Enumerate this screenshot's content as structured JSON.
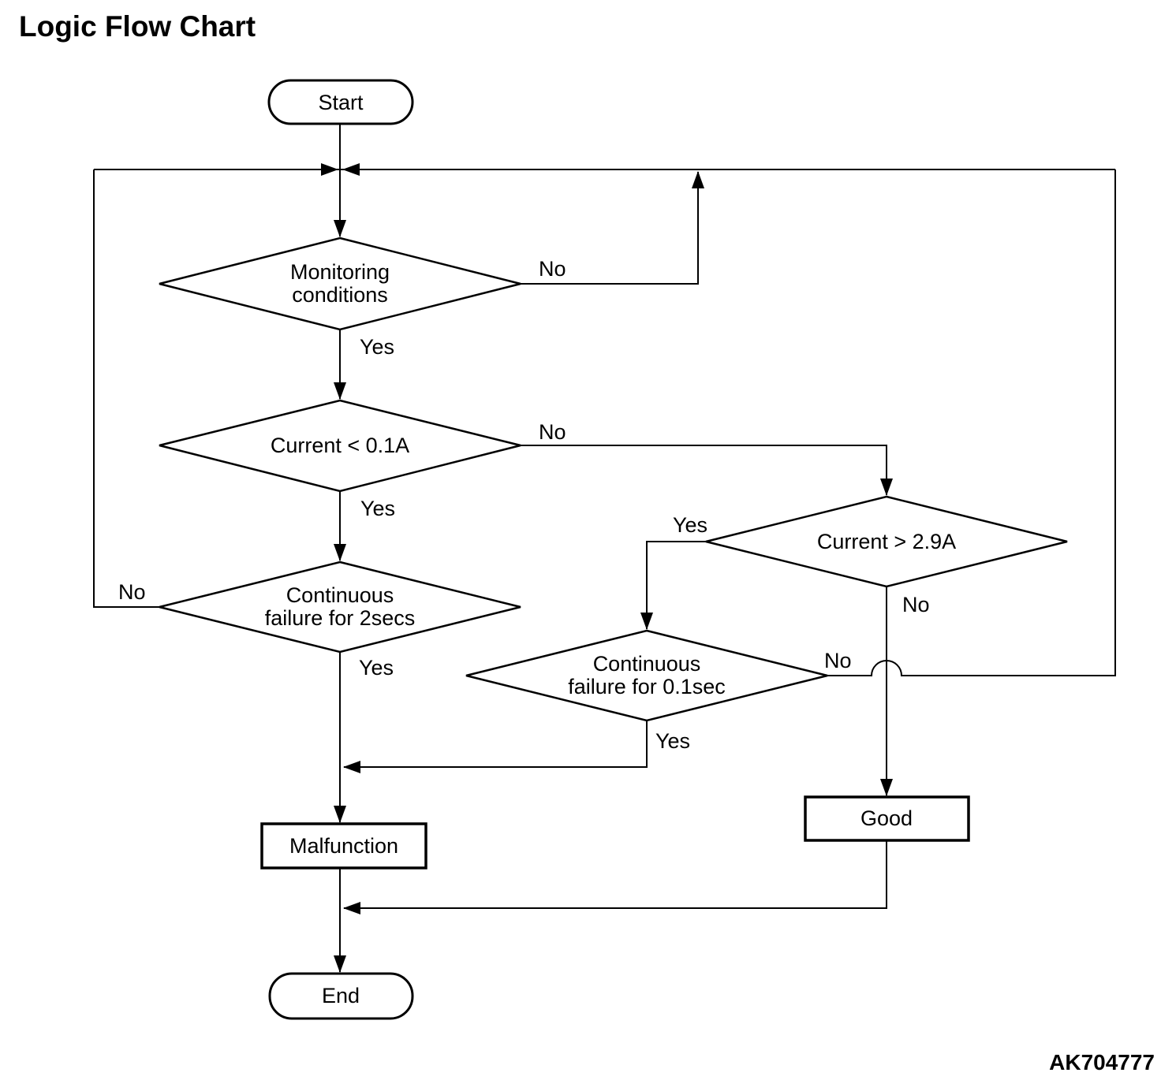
{
  "title": "Logic Flow Chart",
  "figure_code": "AK704777",
  "colors": {
    "ink": "#000000",
    "background": "#ffffff"
  },
  "diagram": {
    "type": "flowchart",
    "nodes": {
      "start": {
        "type": "terminator",
        "label": "Start"
      },
      "monitoring": {
        "type": "decision",
        "label": "Monitoring conditions",
        "line1": "Monitoring",
        "line2": "conditions"
      },
      "current_below": {
        "type": "decision",
        "label": "Current < 0.1A"
      },
      "continuous_2s": {
        "type": "decision",
        "label": "Continuous failure for 2secs",
        "line1": "Continuous",
        "line2": "failure for 2secs"
      },
      "current_above": {
        "type": "decision",
        "label": "Current > 2.9A"
      },
      "continuous_01s": {
        "type": "decision",
        "label": "Continuous failure for 0.1sec",
        "line1": "Continuous",
        "line2": "failure for 0.1sec"
      },
      "malfunction": {
        "type": "process",
        "label": "Malfunction"
      },
      "good": {
        "type": "process",
        "label": "Good"
      },
      "end": {
        "type": "terminator",
        "label": "End"
      }
    },
    "edges": {
      "start_in": {
        "from": "start",
        "to": "loop_junction",
        "label": ""
      },
      "monitoring_no": {
        "from": "monitoring",
        "to": "loop_junction",
        "label": "No"
      },
      "monitoring_yes": {
        "from": "monitoring",
        "to": "current_below",
        "label": "Yes"
      },
      "current_below_no": {
        "from": "current_below",
        "to": "current_above",
        "label": "No"
      },
      "current_below_yes": {
        "from": "current_below",
        "to": "continuous_2s",
        "label": "Yes"
      },
      "continuous_2s_no": {
        "from": "continuous_2s",
        "to": "loop_junction",
        "label": "No"
      },
      "continuous_2s_yes": {
        "from": "continuous_2s",
        "to": "malfunction",
        "label": "Yes"
      },
      "current_above_yes": {
        "from": "current_above",
        "to": "continuous_01s",
        "label": "Yes"
      },
      "current_above_no": {
        "from": "current_above",
        "to": "good",
        "label": "No"
      },
      "continuous_01s_yes": {
        "from": "continuous_01s",
        "to": "malfunction",
        "label": "Yes"
      },
      "continuous_01s_no": {
        "from": "continuous_01s",
        "to": "loop_junction",
        "label": "No"
      },
      "malfunction_to_end": {
        "from": "malfunction",
        "to": "end",
        "label": ""
      },
      "good_to_end": {
        "from": "good",
        "to": "end",
        "label": ""
      }
    }
  }
}
